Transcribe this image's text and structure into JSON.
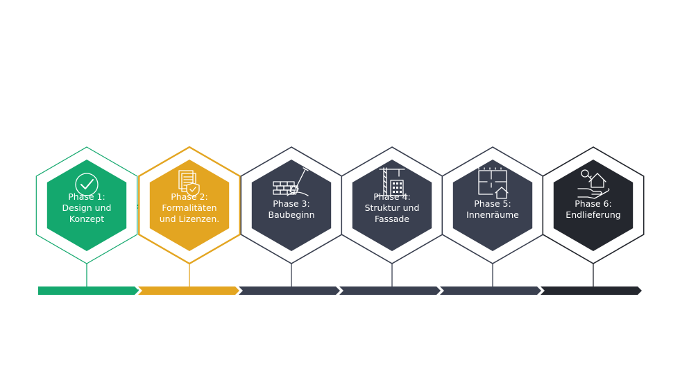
{
  "diagram": {
    "phases": [
      {
        "line1": "Phase 1:",
        "line2": "Design und",
        "line3": "Konzept",
        "fill": "#14a86e",
        "outline": "#14a86e",
        "icon": "checkmark-circle-icon"
      },
      {
        "line1": "Phase 2:",
        "line2": "Formalitäten",
        "line3": "und Lizenzen.",
        "fill": "#e3a521",
        "outline": "#e3a521",
        "icon": "document-shield-icon"
      },
      {
        "line1": "Phase 3:",
        "line2": "Baubeginn",
        "line3": "",
        "fill": "#3a4050",
        "outline": "#3a4050",
        "icon": "bricks-shovel-icon"
      },
      {
        "line1": "Phase 4:",
        "line2": "Struktur und",
        "line3": "Fassade",
        "fill": "#3a4050",
        "outline": "#3a4050",
        "icon": "crane-building-icon"
      },
      {
        "line1": "Phase 5:",
        "line2": "Innenräume",
        "line3": "",
        "fill": "#3a4050",
        "outline": "#3a4050",
        "icon": "floorplan-house-icon"
      },
      {
        "line1": "Phase 6:",
        "line2": "Endlieferung",
        "line3": "",
        "fill": "#24272e",
        "outline": "#24272e",
        "icon": "hand-house-key-icon"
      }
    ],
    "timeline_colors": [
      "#14a86e",
      "#e3a521",
      "#3a4050",
      "#3a4050",
      "#3a4050",
      "#24272e"
    ]
  }
}
